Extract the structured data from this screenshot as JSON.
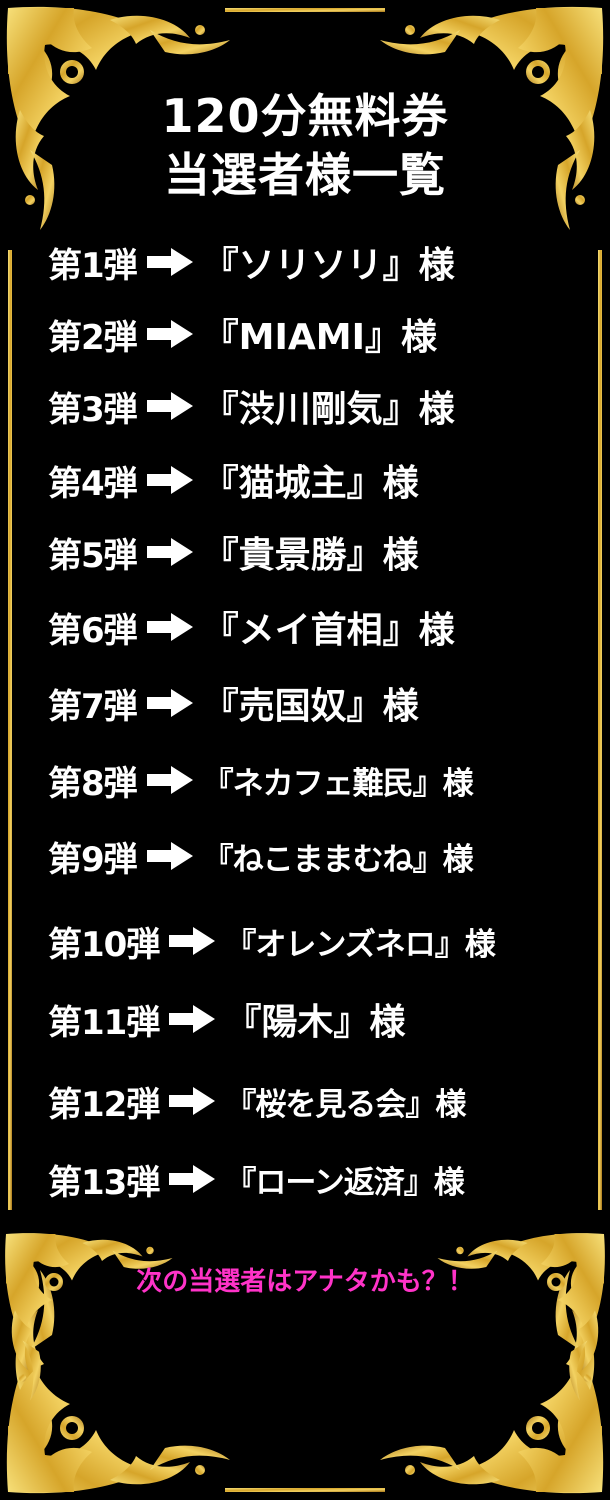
{
  "title": {
    "line1": "120分無料券",
    "line2": "当選者様一覧"
  },
  "entries": [
    {
      "round": "第1弾",
      "winner": "『ソリソリ』様"
    },
    {
      "round": "第2弾",
      "winner": "『MIAMI』様"
    },
    {
      "round": "第3弾",
      "winner": "『渋川剛気』様"
    },
    {
      "round": "第4弾",
      "winner": "『猫城主』様"
    },
    {
      "round": "第5弾",
      "winner": "『貴景勝』様"
    },
    {
      "round": "第6弾",
      "winner": "『メイ首相』様"
    },
    {
      "round": "第7弾",
      "winner": "『売国奴』様"
    },
    {
      "round": "第8弾",
      "winner": "『ネカフェ難民』様"
    },
    {
      "round": "第9弾",
      "winner": "『ねこままむね』様"
    },
    {
      "round": "第10弾",
      "winner": "『オレンズネロ』様"
    },
    {
      "round": "第11弾",
      "winner": "『陽木』様"
    },
    {
      "round": "第12弾",
      "winner": "『桜を見る会』様"
    },
    {
      "round": "第13弾",
      "winner": "『ローン返済』様"
    }
  ],
  "footer": "次の当選者はアナタかも？！",
  "colors": {
    "background": "#000000",
    "text": "#ffffff",
    "gold": "#d4a82a",
    "footer": "#ff33c8"
  },
  "icons": {
    "arrow": "arrow-right-icon",
    "ornament": "gold-flourish-ornament"
  }
}
